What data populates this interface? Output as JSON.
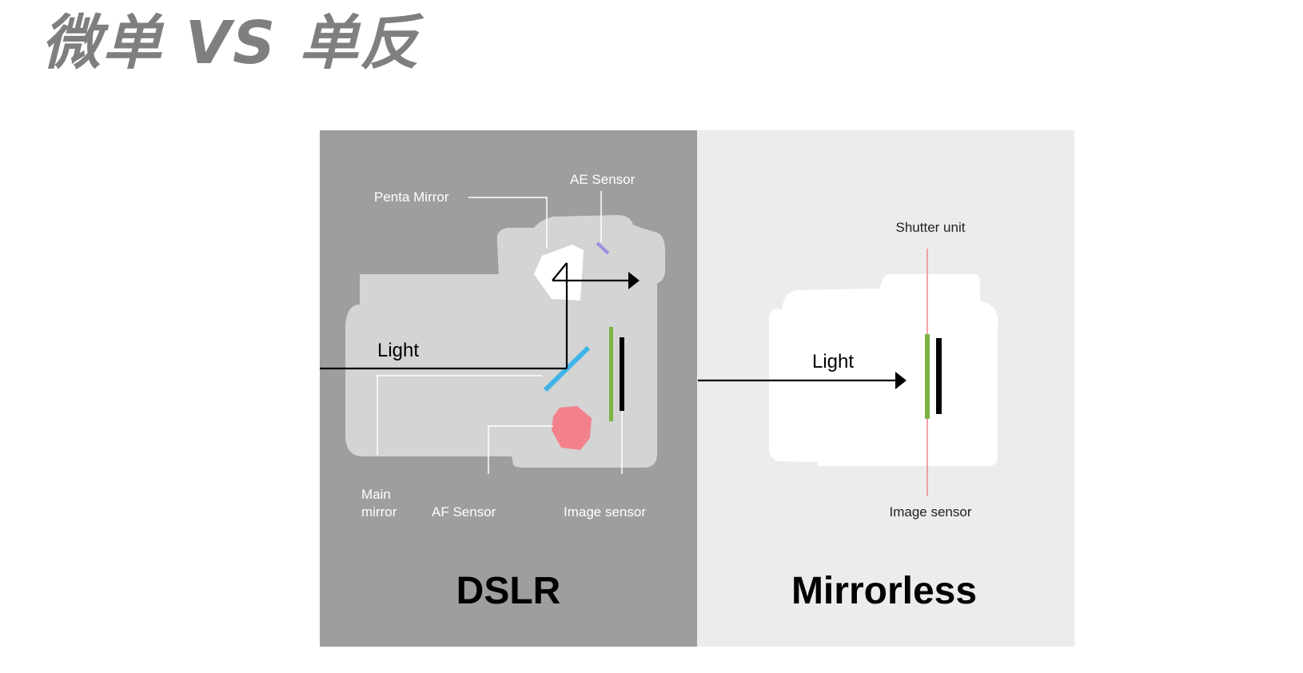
{
  "slide": {
    "title": "微单 VS 单反"
  },
  "dslr": {
    "title": "DSLR",
    "light_label": "Light",
    "labels": {
      "penta_mirror": "Penta Mirror",
      "ae_sensor": "AE Sensor",
      "main_mirror_line1": "Main",
      "main_mirror_line2": "mirror",
      "af_sensor": "AF Sensor",
      "image_sensor": "Image sensor"
    }
  },
  "mirrorless": {
    "title": "Mirrorless",
    "light_label": "Light",
    "labels": {
      "shutter_unit": "Shutter unit",
      "image_sensor": "Image sensor"
    }
  },
  "colors": {
    "dslr_background": "#9e9e9e",
    "mirrorless_background": "#ececec",
    "dslr_body": "#d4d4d4",
    "mirrorless_body": "#ffffff",
    "sensor_green": "#7cb342",
    "shutter_red": "#ef8c96",
    "main_mirror_blue": "#3fb4e8",
    "af_sensor_pink": "#f2818c",
    "ae_sensor_purple": "#9d8fe0"
  }
}
